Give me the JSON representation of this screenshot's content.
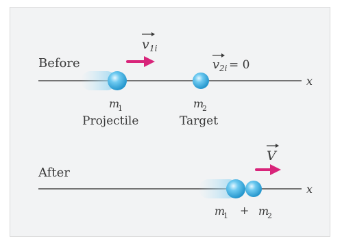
{
  "before": {
    "label": "Before",
    "axis_label": "x",
    "v1_symbol": "v",
    "v1_subscript": "1i",
    "v2_symbol": "v",
    "v2_subscript": "2i",
    "v2_value": " = 0",
    "m1_symbol": "m",
    "m1_subscript": "1",
    "m1_caption": "Projectile",
    "m2_symbol": "m",
    "m2_subscript": "2",
    "m2_caption": "Target"
  },
  "after": {
    "label": "After",
    "axis_label": "x",
    "v_symbol": "V",
    "combined_m1_symbol": "m",
    "combined_m1_subscript": "1",
    "plus": "+",
    "combined_m2_symbol": "m",
    "combined_m2_subscript": "2"
  },
  "colors": {
    "panel": "#f2f3f4",
    "line": "#4a4a4a",
    "ball": "#29a3d9",
    "arrow": "#d8247a",
    "text": "#3a3a3a"
  }
}
